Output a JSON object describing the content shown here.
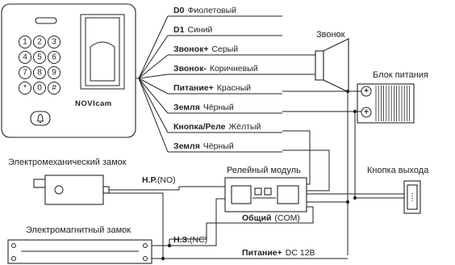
{
  "reader": {
    "keys": [
      "1",
      "2",
      "3",
      "4",
      "5",
      "6",
      "7",
      "8",
      "9",
      "*",
      "0",
      "#"
    ],
    "brand": "NOVIcam"
  },
  "pins": [
    {
      "name": "D0",
      "color": "Фиолетовый"
    },
    {
      "name": "D1",
      "color": "Синий"
    },
    {
      "name": "Звонок+",
      "color": "Серый"
    },
    {
      "name": "Звонок-",
      "color": "Коричневый"
    },
    {
      "name": "Питание+",
      "color": "Красный"
    },
    {
      "name": "Земля",
      "color": "Чёрный"
    },
    {
      "name": "Кнопка/Реле",
      "color": "Жёлтый"
    },
    {
      "name": "Земля",
      "color": "Чёрный"
    }
  ],
  "labels": {
    "bell": "Звонок",
    "psu": "Блок питания",
    "electromech_lock": "Электромеханический замок",
    "electromag_lock": "Электромагнитный замок",
    "relay_module": "Релейный модуль",
    "exit_button": "Кнопка выхода",
    "no_bold": "Н.Р.",
    "no_rest": "(NO)",
    "nc_bold": "Н.З.",
    "nc_rest": "(NC)",
    "common_bold": "Общий",
    "common_rest": "(COM)",
    "power_bold": "Питание+",
    "power_rest": "DC 12В"
  },
  "psu_terminals": [
    "+",
    "+"
  ]
}
